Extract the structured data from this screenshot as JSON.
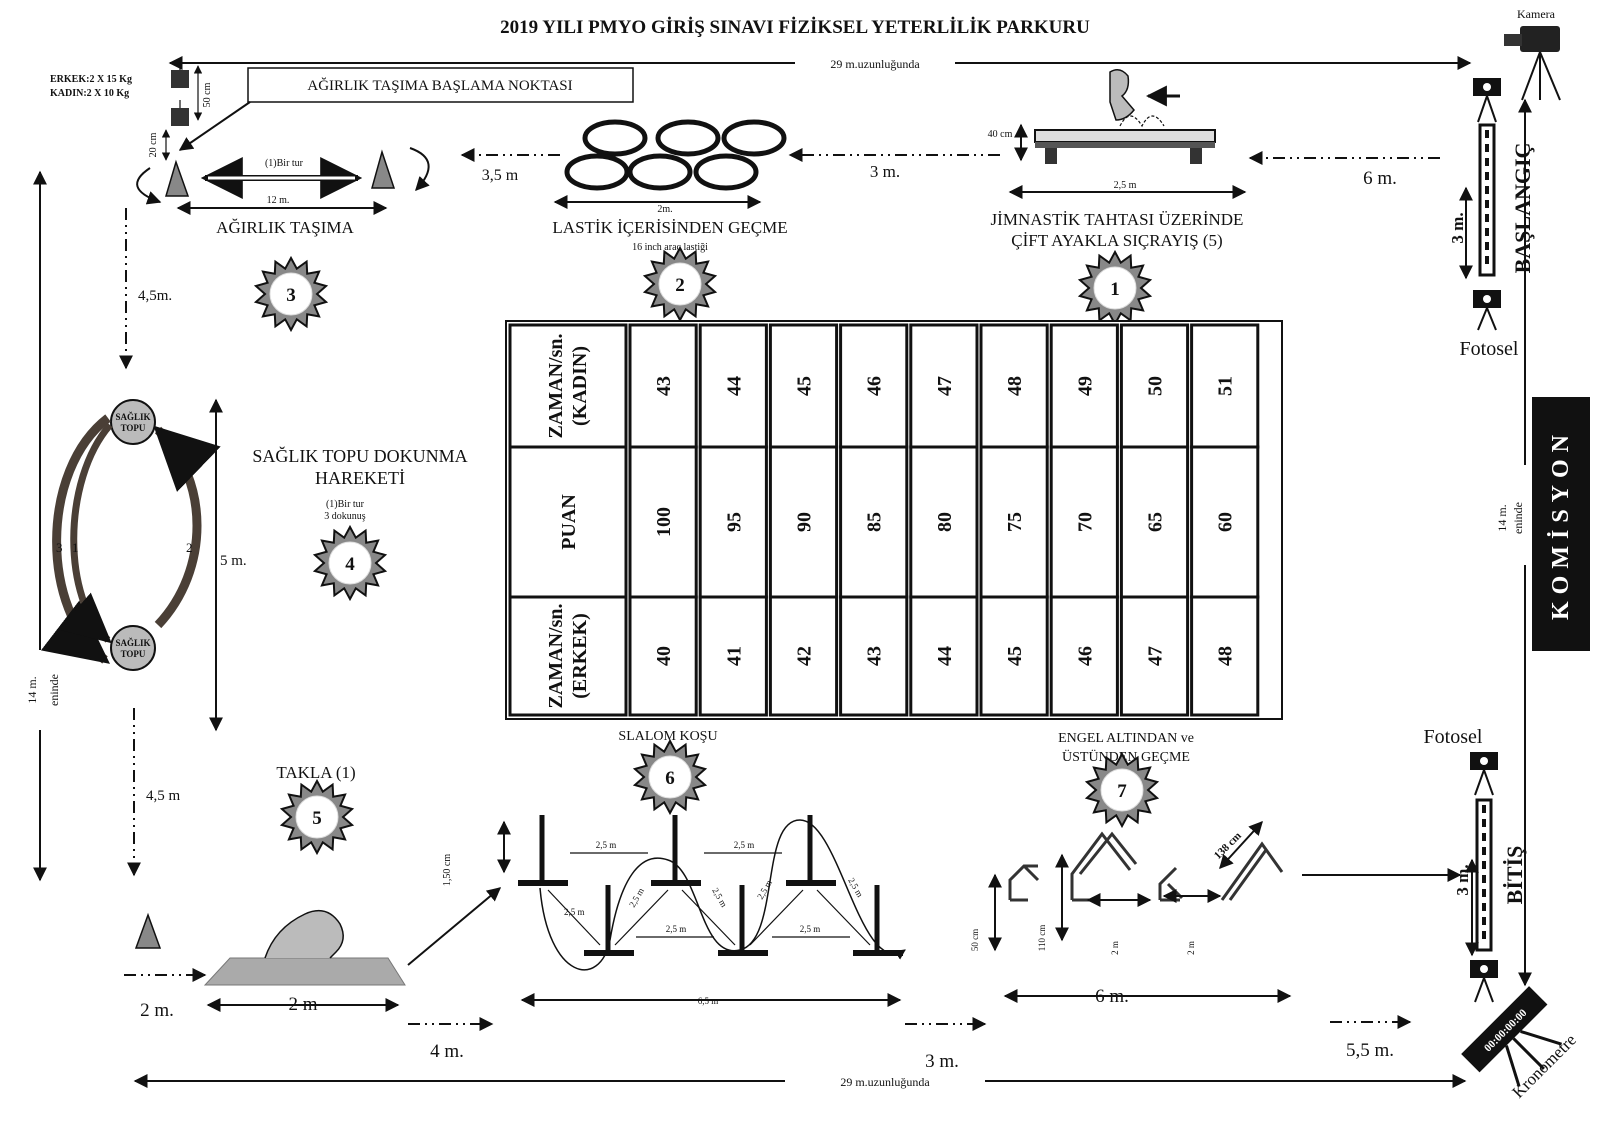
{
  "title": "2019 YILI PMYO GİRİŞ SINAVI FİZİKSEL YETERLİLİK PARKURU",
  "dimensions": {
    "length_top": "29 m.uzunluğunda",
    "length_bottom": "29 m.uzunluğunda",
    "width_left": "14 m.",
    "width_left_2": "eninde",
    "width_right": "14 m.",
    "width_right_2": "eninde"
  },
  "equipment": {
    "kamera": "Kamera",
    "fotosel_top": "Fotosel",
    "fotosel_bottom": "Fotosel",
    "kronometre": "Kronometre",
    "kronometre_display": "00:00:00:00",
    "baslangic": "BAŞLANGIÇ",
    "bitis": "BİTİŞ",
    "start_len": "3 m.",
    "finish_len": "3 m.",
    "komisyon": "KOMİSYON"
  },
  "weights": {
    "erkek": "ERKEK:2 X 15 Kg",
    "kadin": "KADIN:2 X 10 Kg",
    "h50": "50 cm",
    "h20": "20 cm",
    "start_point": "AĞIRLIK TAŞIMA BAŞLAMA NOKTASI"
  },
  "stations": [
    {
      "number": "1",
      "label_line1": "JİMNASTİK TAHTASI ÜZERİNDE",
      "label_line2": "ÇİFT AYAKLA SIÇRAYIŞ (5)",
      "height": "40 cm",
      "length": "2,5 m"
    },
    {
      "number": "2",
      "label": "LASTİK İÇERİSİNDEN GEÇME",
      "note": "16 inch araç lastiği",
      "width": "2m."
    },
    {
      "number": "3",
      "label": "AĞIRLIK TAŞIMA",
      "tour": "(1)Bir tur",
      "length": "12 m."
    },
    {
      "number": "4",
      "label_line1": "SAĞLIK TOPU DOKUNMA",
      "label_line2": "HAREKETİ",
      "note_line1": "(1)Bir tur",
      "note_line2": "3 dokunuş",
      "ball_line1": "SAĞLIK",
      "ball_line2": "TOPU",
      "length": "5 m."
    },
    {
      "number": "5",
      "label": "TAKLA (1)",
      "length": "2 m"
    },
    {
      "number": "6",
      "label": "SLALOM KOŞU",
      "height": "1,50 cm",
      "spacing": "2,5 m",
      "length": "6,5 m"
    },
    {
      "number": "7",
      "label_line1": "ENGEL ALTINDAN ve",
      "label_line2": "ÜSTÜNDEN GEÇME",
      "h50": "50 cm",
      "h110": "110 cm",
      "diag": "138 cm",
      "gap": "2 m",
      "length": "6 m."
    }
  ],
  "distances": {
    "d_6m": "6 m.",
    "d_3m": "3 m.",
    "d_3_5m": "3,5 m",
    "d_4_5m_top": "4,5m.",
    "d_4_5m_bottom": "4,5 m",
    "d_2m": "2 m.",
    "d_4m": "4 m.",
    "d_3m_bottom": "3 m.",
    "d_5_5m": "5,5 m."
  },
  "ball_arrows": {
    "a1": "1",
    "a2": "2",
    "a3": "3"
  },
  "table": {
    "rows": [
      {
        "header_line1": "ZAMAN/sn.",
        "header_line2": "(KADIN)",
        "values": [
          "43",
          "44",
          "45",
          "46",
          "47",
          "48",
          "49",
          "50",
          "51"
        ]
      },
      {
        "header_line1": "PUAN",
        "header_line2": "",
        "values": [
          "100",
          "95",
          "90",
          "85",
          "80",
          "75",
          "70",
          "65",
          "60"
        ]
      },
      {
        "header_line1": "ZAMAN/sn.",
        "header_line2": "(ERKEK)",
        "values": [
          "40",
          "41",
          "42",
          "43",
          "44",
          "45",
          "46",
          "47",
          "48"
        ]
      }
    ]
  }
}
